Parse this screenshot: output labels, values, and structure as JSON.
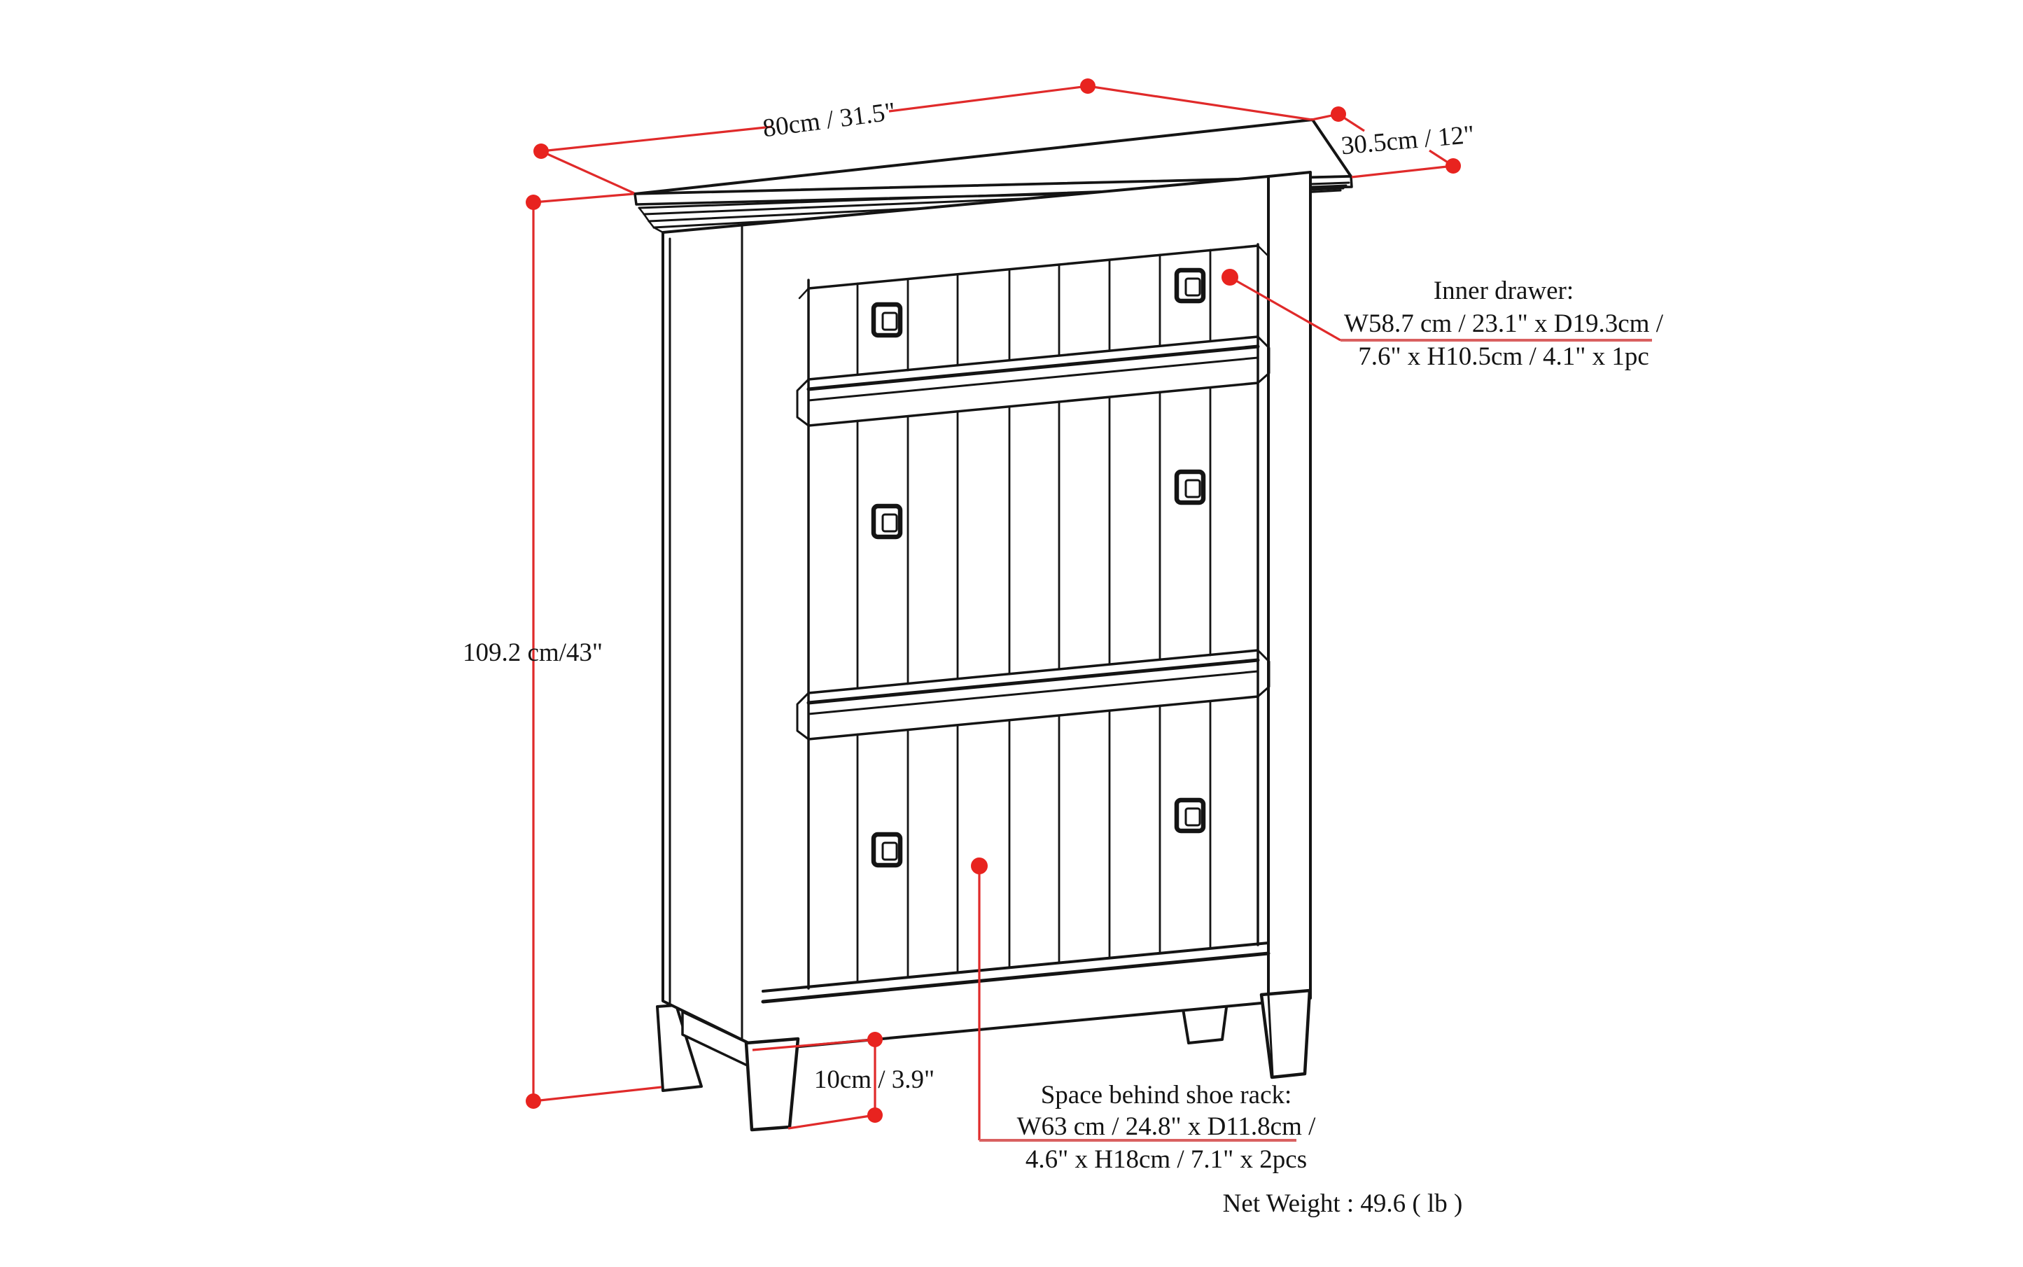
{
  "diagram": {
    "background": "#ffffff",
    "line_color": "#141414",
    "accent_color": "#e8231f",
    "underline_color": "#d96060",
    "labels": {
      "width": "80cm / 31.5\"",
      "depth": "30.5cm / 12\"",
      "height": "109.2 cm/43\"",
      "leg_height": "10cm / 3.9\"",
      "net_weight": "Net Weight : 49.6 ( lb )"
    },
    "inner_drawer": {
      "line1": "Inner drawer:",
      "line2": "W58.7 cm / 23.1\" x D19.3cm /",
      "line3": "7.6\" x H10.5cm / 4.1\" x 1pc"
    },
    "space_behind": {
      "line1": "Space behind shoe rack:",
      "line2": "W63 cm / 24.8\" x D11.8cm /",
      "line3": "4.6\" x H18cm / 7.1\" x 2pcs"
    }
  }
}
